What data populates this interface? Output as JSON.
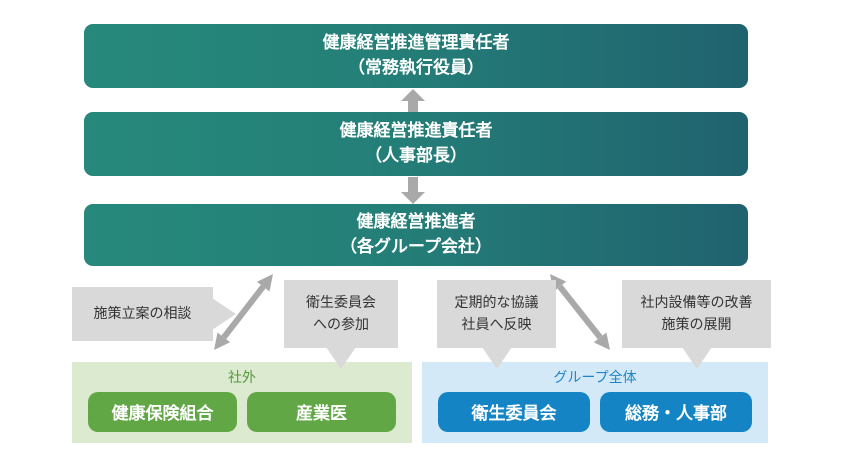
{
  "colors": {
    "bar_gradient_start": "#26897b",
    "bar_gradient_end": "#20626f",
    "bar_text": "#ffffff",
    "callout_bg": "#d9d9d9",
    "callout_text": "#333333",
    "arrow_gray": "#a9a9a9",
    "outside_box_bg": "#dcead0",
    "outside_title_text": "#55993c",
    "outside_pill_bg": "#61a746",
    "company_box_bg": "#d4e9f8",
    "company_title_text": "#1e85c8",
    "company_pill_bg": "#1484c5"
  },
  "hierarchy": [
    {
      "title": "健康経営推進管理責任者",
      "subtitle": "（常務執行役員）"
    },
    {
      "title": "健康経営推進責任者",
      "subtitle": "（人事部長）"
    },
    {
      "title": "健康経営推進者",
      "subtitle": "（各グループ会社）"
    }
  ],
  "callouts": [
    {
      "line1": "施策立案の相談"
    },
    {
      "line1": "衛生委員会",
      "line2": "への参加"
    },
    {
      "line1": "定期的な協議",
      "line2": "社員へ反映"
    },
    {
      "line1": "社内設備等の改善",
      "line2": "施策の展開"
    }
  ],
  "groups": [
    {
      "title": "社外",
      "buttons": [
        {
          "label": "健康保険組合"
        },
        {
          "label": "産業医"
        }
      ]
    },
    {
      "title": "グループ全体",
      "buttons": [
        {
          "label": "衛生委員会"
        },
        {
          "label": "総務・人事部"
        }
      ]
    }
  ]
}
